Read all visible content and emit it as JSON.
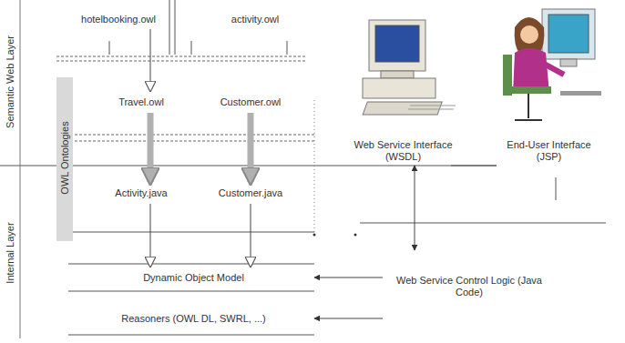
{
  "diagram": {
    "nodes": [
      {
        "text": [
          "hotelbooking.owl"
        ]
      },
      {
        "text": [
          "activity.owl"
        ]
      },
      {
        "text": [
          "OWL Ontologies"
        ]
      },
      {
        "text": [
          "Travel.owl"
        ]
      },
      {
        "text": [
          "Customer.owl"
        ]
      },
      {
        "text": [
          "Web Service Interface (WSDL)"
        ]
      },
      {
        "text": [
          "End-User Interface (JSP)"
        ]
      },
      {
        "text": [
          "Activity.java"
        ]
      },
      {
        "text": [
          "Customer.java"
        ]
      },
      {
        "text": [
          "Dynamic Object Model"
        ]
      },
      {
        "text": [
          "Web Service Control Logic (Java Code)"
        ]
      },
      {
        "text": [
          "Reasoners (OWL DL, SWRL, ...)"
        ]
      }
    ],
    "edges": [
      {
        "from": 0,
        "to": 3,
        "arrow": "to"
      },
      {
        "from": 3,
        "to": 7,
        "arrow": "to"
      },
      {
        "from": 4,
        "to": 8,
        "arrow": "to"
      },
      {
        "from": 7,
        "to": 9,
        "arrow": "to"
      },
      {
        "from": 8,
        "to": 9,
        "arrow": "to"
      },
      {
        "from": 10,
        "to": 9,
        "arrow": "to"
      },
      {
        "from": 10,
        "to": 11,
        "arrow": "to"
      },
      {
        "from": 5,
        "to": 10,
        "arrow": "both"
      }
    ],
    "labels": [
      "Semantic Web Layer",
      "Internal Layer"
    ]
  }
}
